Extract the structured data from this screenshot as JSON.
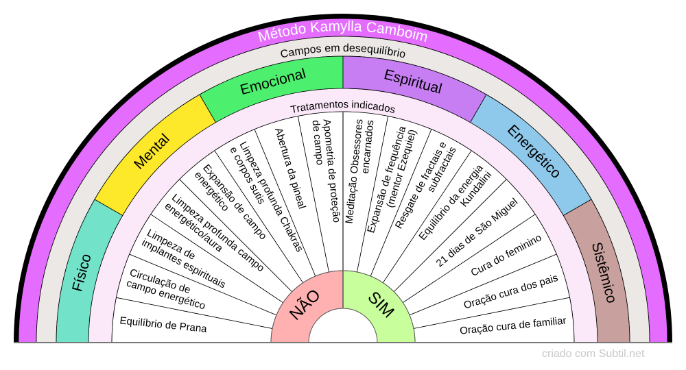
{
  "title": "Método Kamylla Camboim",
  "ring_labels": {
    "fields": "Campos em desequilíbrio",
    "treatments": "Tratamentos indicados"
  },
  "categories": [
    {
      "label": "Físico",
      "color": "#72e2c8"
    },
    {
      "label": "Mental",
      "color": "#fde92a"
    },
    {
      "label": "Emocional",
      "color": "#4cf06e"
    },
    {
      "label": "Espiritual",
      "color": "#c77ef2"
    },
    {
      "label": "Energético",
      "color": "#8ec8ea"
    },
    {
      "label": "Sistêmico",
      "color": "#c8a19e"
    }
  ],
  "answers": [
    {
      "label": "NÃO",
      "color": "#ffb0b0"
    },
    {
      "label": "SIM",
      "color": "#c8ff9c"
    }
  ],
  "treatments_no": [
    {
      "lines": [
        "Equilíbrio de Prana"
      ]
    },
    {
      "lines": [
        "Circulação de",
        "campo energético"
      ]
    },
    {
      "lines": [
        "Limpeza de",
        "implantes espirituais"
      ]
    },
    {
      "lines": [
        "Limpeza profunda campo",
        "energético/aura"
      ]
    },
    {
      "lines": [
        "Expansão de campo",
        "energético"
      ]
    },
    {
      "lines": [
        "Limpeza profunda Chakras",
        "e corpos sutis"
      ]
    },
    {
      "lines": [
        "Abertura da pineal"
      ]
    },
    {
      "lines": [
        "Apometria de proteção",
        "de campo"
      ]
    }
  ],
  "treatments_yes": [
    {
      "lines": [
        "Meditação Obsessores",
        "encarnados"
      ]
    },
    {
      "lines": [
        "Expansão de frequência",
        "(mentor Ezequiel)"
      ]
    },
    {
      "lines": [
        "Resgate de fractais e",
        "subfractais"
      ]
    },
    {
      "lines": [
        "Equilíbrio da energia",
        "Kundalini"
      ]
    },
    {
      "lines": [
        "21 dias de São Miguel"
      ]
    },
    {
      "lines": [
        "Cura do feminino"
      ]
    },
    {
      "lines": [
        "Oração cura dos pais"
      ]
    },
    {
      "lines": [
        "Oração cura de familiar"
      ]
    }
  ],
  "colors": {
    "outer_ring": "#e46cff",
    "fields_ring": "#ece8e6",
    "treatments_ring": "#fbe9f9",
    "segment_fill": "#ffffff",
    "border": "#000000"
  },
  "watermark": "criado com Subtil.net"
}
